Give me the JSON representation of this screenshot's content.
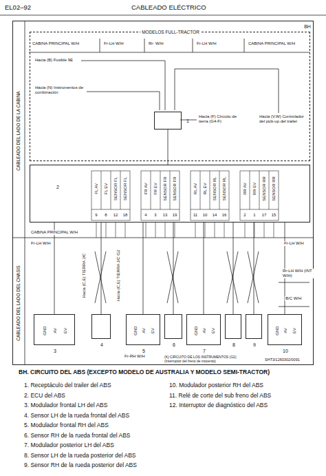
{
  "diagram": {
    "title": "CABLEADO ELÉCTRICO",
    "caption": "BH. CIRCUITO DEL ABS (EXCEPTO MODELO DE AUSTRALIA Y MODELO SEMI-TRACTOR)",
    "nodes": [
      {
        "text": [
          "BH"
        ]
      },
      {
        "text": [
          "MODELOS FULL-TRACTOR"
        ],
        "in": 0
      },
      {
        "text": [
          "1"
        ],
        "in": 1
      },
      {
        "text": [
          "2"
        ],
        "in": 0
      },
      {
        "text": [
          "GND",
          "AV",
          "EV",
          "3"
        ],
        "in": 0
      },
      {
        "text": [
          "4"
        ],
        "in": 0
      },
      {
        "text": [
          "GND",
          "AV",
          "EV",
          "5"
        ],
        "in": 0
      },
      {
        "text": [
          "6"
        ],
        "in": 0
      },
      {
        "text": [
          "GND",
          "AV",
          "EV",
          "7"
        ],
        "in": 0
      },
      {
        "text": [
          "8"
        ],
        "in": 0
      },
      {
        "text": [
          "9"
        ],
        "in": 0
      },
      {
        "text": [
          "GND",
          "AV",
          "EV",
          "10"
        ],
        "in": 0
      }
    ],
    "edges": [
      {
        "from": 2,
        "to": 3,
        "arrow": "none"
      },
      {
        "from": 3,
        "to": 4,
        "arrow": "none"
      },
      {
        "from": 3,
        "to": 5,
        "arrow": "none"
      },
      {
        "from": 3,
        "to": 6,
        "arrow": "none"
      },
      {
        "from": 3,
        "to": 7,
        "arrow": "none"
      },
      {
        "from": 3,
        "to": 8,
        "arrow": "none"
      },
      {
        "from": 3,
        "to": 9,
        "arrow": "none"
      },
      {
        "from": 3,
        "to": 10,
        "arrow": "none"
      },
      {
        "from": 3,
        "to": 11,
        "arrow": "none"
      }
    ],
    "labels": [
      "EL02–92",
      "CABINA PRINCIPAL W/H",
      "Fr-LH W/H",
      "Rr- W/H",
      "Fr-LH W/H",
      "CABINA PRINCIPAL W/H",
      "Hacia (B) Fusible 9E",
      "Hacia (N) Instrumentos de combinación",
      "Hacia (F) Circuito de tierra (G4-F)",
      "Hacia (V.W) Controlador del pick-up del trailer",
      "CABLEADO DEL LADO DE LA CABINA",
      "CABLEADO DEL LADO DEL CHASIS",
      "FL AV",
      "FL EV",
      "SENSOR FL",
      "SENSOR FL",
      "FR AV",
      "FR EV",
      "SENSOR FR",
      "SENSOR FR",
      "RL AV",
      "RL EV",
      "SENSOR RL",
      "SENSOR RL",
      "RR AV",
      "RR EV",
      "SENSOR RR",
      "SENSOR RR",
      "9",
      "8",
      "12",
      "18",
      "4",
      "3",
      "13",
      "19",
      "11",
      "10",
      "14",
      "16",
      "2",
      "1",
      "17",
      "15",
      "CABINA PRINCIPAL W/H",
      "Fr-LH W/H",
      "Fr-LH W/H",
      "Rr-LH W/H (INT W/H)",
      "B/C W/H",
      "Hacia (C,E) TIERRA J/C",
      "Hacia (C,E) TIERRA J/C G2",
      "Fr-RH W/H",
      "(K) CIRCUITO DE LOS INSTRUMENTOS (G2) (Interruptor del freno de mocento)",
      "SHT3/1260302/0091",
      "1. Receptáculo del trailer del ABS",
      "2. ECU del ABS",
      "3. Modulador frontal LH del ABS",
      "4. Sensor LH de la rueda frontal del ABS",
      "5. Modulador frontal RH del ABS",
      "6. Sensor RH de la rueda frontal del ABS",
      "7. Modulador posterior LH del ABS",
      "8. Sensor LH de la rueda posterior del ABS",
      "9. Sensor RH de la rueda posterior del ABS",
      "10. Modulador posterior RH del ABS",
      "11. Relé de corte del sub freno del ABS",
      "12. Interruptor de diagnóstico del ABS"
    ]
  }
}
